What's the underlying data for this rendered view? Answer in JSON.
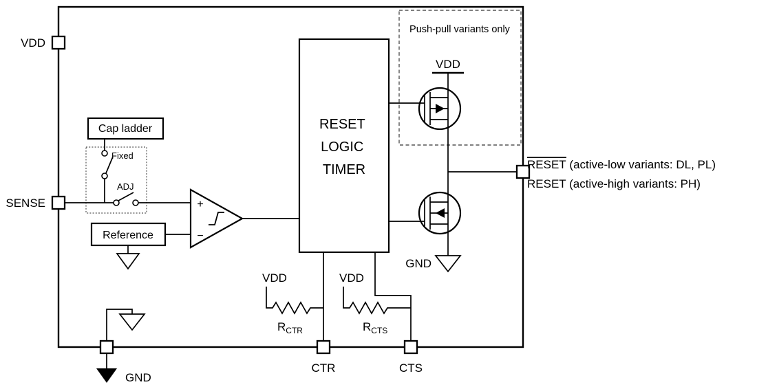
{
  "diagram": {
    "title_note": "Push-pull variants only",
    "pins": {
      "vdd": "VDD",
      "sense": "SENSE",
      "gnd": "GND",
      "ctr": "CTR",
      "cts": "CTS",
      "reset_line1_word": "RESET",
      "reset_line1_rest": " (active-low variants: DL, PL)",
      "reset_line2": "RESET (active-high variants: PH)"
    },
    "blocks": {
      "cap_ladder": "Cap ladder",
      "reference": "Reference",
      "reset_logic_timer": [
        "RESET",
        "LOGIC",
        "TIMER"
      ]
    },
    "switches": {
      "fixed": "Fixed",
      "adj": "ADJ"
    },
    "comparator": {
      "plus": "+",
      "minus": "−"
    },
    "power": {
      "vdd_rail": "VDD",
      "gnd_pushpull": "GND",
      "vdd_rctr": "VDD",
      "vdd_rcts": "VDD"
    },
    "resistors": {
      "r": "R",
      "ctr_sub": "CTR",
      "cts_sub": "CTS"
    },
    "colors": {
      "line": "#000000",
      "background": "#ffffff"
    }
  }
}
